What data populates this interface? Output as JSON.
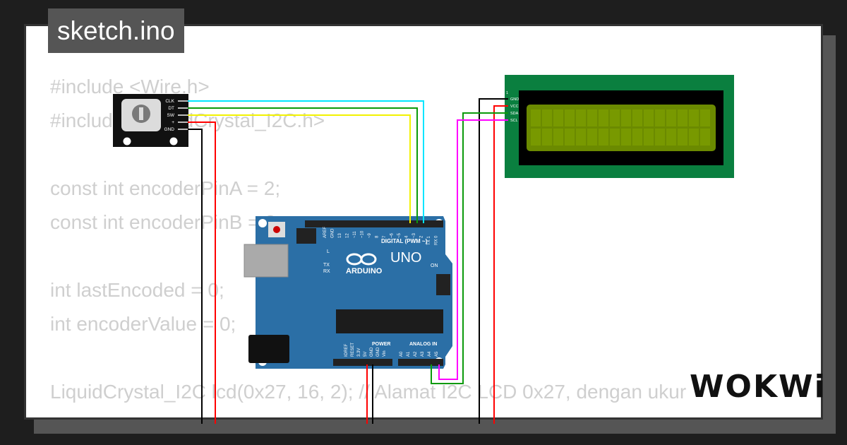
{
  "title": "sketch.ino",
  "code_lines": [
    "#include <Wire.h>",
    "#include <LiquidCrystal_I2C.h>",
    "",
    "const int encoderPinA = 2;",
    "const int encoderPinB = 3;",
    "",
    "int lastEncoded = 0;",
    "int encoderValue = 0;",
    "",
    "LiquidCrystal_I2C lcd(0x27, 16, 2); // Alamat I2C LCD 0x27, dengan ukur"
  ],
  "brand": "WOKWi",
  "encoder": {
    "pins": [
      "CLK",
      "DT",
      "SW",
      "+",
      "GND"
    ]
  },
  "lcd": {
    "pins": [
      "GND",
      "VCC",
      "SDA",
      "SCL"
    ],
    "pin_index_label": "1"
  },
  "arduino": {
    "logo_text": "ARDUINO",
    "model": "UNO",
    "digital_label": "DIGITAL (PWM ~)",
    "power_label": "POWER",
    "analog_label": "ANALOG IN",
    "on_label": "ON",
    "led_labels": [
      "L",
      "TX",
      "RX"
    ],
    "top_pins": [
      "AREF",
      "GND",
      "13",
      "12",
      "~11",
      "~10",
      "~9",
      "8",
      "7",
      "~6",
      "~5",
      "4",
      "~3",
      "2",
      "TX 1",
      "RX 0"
    ],
    "power_pins": [
      "IOREF",
      "RESET",
      "3.3V",
      "5V",
      "GND",
      "GND",
      "Vin"
    ],
    "analog_pins": [
      "A0",
      "A1",
      "A2",
      "A3",
      "A4",
      "A5"
    ]
  },
  "colors": {
    "wire_clk": "#00e5ff",
    "wire_dt": "#0a9a0a",
    "wire_sw": "#f2f200",
    "wire_vcc": "#ff0000",
    "wire_gnd": "#000000",
    "wire_i2c_sda": "#0a9a0a",
    "wire_i2c_scl": "#ff00ff",
    "board": "#2b6fa6",
    "lcd_pcb": "#0a7f3f",
    "lcd_screen": "#6b8a00"
  }
}
